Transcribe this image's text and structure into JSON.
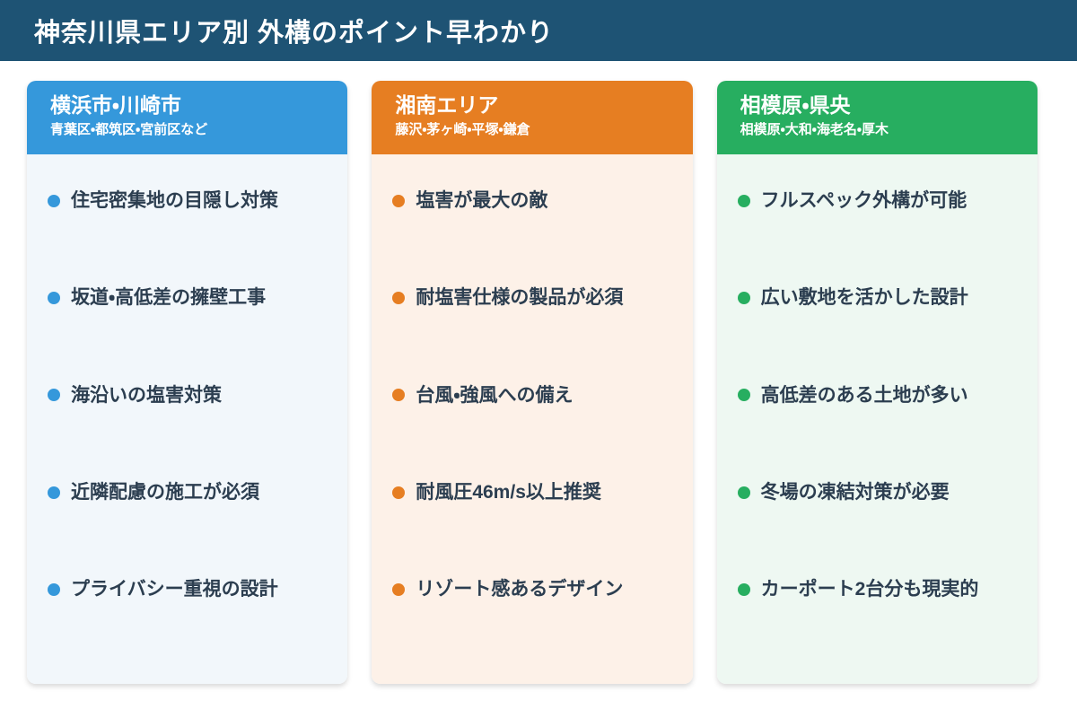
{
  "page": {
    "title": "神奈川県エリア別 外構のポイント早わかり",
    "colors": {
      "header_bg": "#1e5374",
      "page_bg": "#ffffff",
      "text_dark": "#2c3e50"
    }
  },
  "cards": [
    {
      "id": "yokohama-kawasaki",
      "title": "横浜市・川崎市",
      "subtitle": "青葉区・都筑区・宮前区など",
      "accent_color": "#3598db",
      "body_bg_color": "#f2f7fb",
      "bullet_icon": "bullet-dot-icon",
      "points": [
        "住宅密集地の目隠し対策",
        "坂道・高低差の擁壁工事",
        "海沿いの塩害対策",
        "近隣配慮の施工が必須",
        "プライバシー重視の設計"
      ]
    },
    {
      "id": "shonan",
      "title": "湘南エリア",
      "subtitle": "藤沢・茅ヶ崎・平塚・鎌倉",
      "accent_color": "#e67e22",
      "body_bg_color": "#fdf1e8",
      "bullet_icon": "bullet-dot-icon",
      "points": [
        "塩害が最大の敵",
        "耐塩害仕様の製品が必須",
        "台風・強風への備え",
        "耐風圧46m/s以上推奨",
        "リゾート感あるデザイン"
      ]
    },
    {
      "id": "sagamihara-keno",
      "title": "相模原・県央",
      "subtitle": "相模原・大和・海老名・厚木",
      "accent_color": "#27ae60",
      "body_bg_color": "#eef8f2",
      "bullet_icon": "bullet-dot-icon",
      "points": [
        "フルスペック外構が可能",
        "広い敷地を活かした設計",
        "高低差のある土地が多い",
        "冬場の凍結対策が必要",
        "カーポート2台分も現実的"
      ]
    }
  ]
}
